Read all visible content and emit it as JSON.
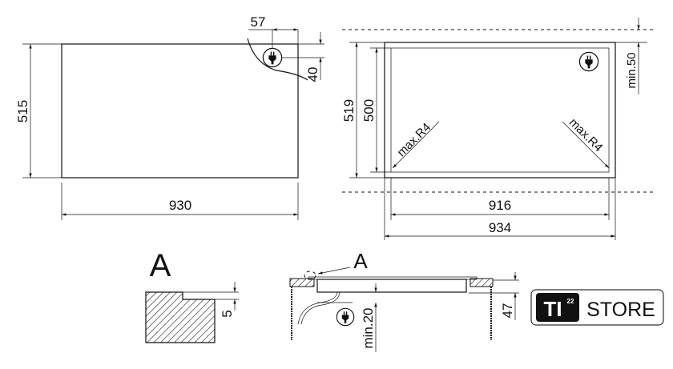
{
  "top_view": {
    "width_label": "930",
    "depth_label": "515",
    "plug_x_label": "57",
    "plug_y_label": "40"
  },
  "cutout_view": {
    "outer_depth_label": "519",
    "inner_depth_label": "500",
    "min_clearance_label": "min.50",
    "radius_left_label": "max.R4",
    "radius_right_label": "max.R4",
    "inner_width_label": "916",
    "outer_width_label": "934"
  },
  "detail": {
    "title": "A",
    "step_label": "5"
  },
  "section_view": {
    "detail_ref": "A",
    "min_below_label": "min.20",
    "height_label": "47"
  },
  "logo": {
    "brand": "TI",
    "superscript": "22",
    "word": "STORE"
  },
  "icons": [
    "plug-icon"
  ]
}
